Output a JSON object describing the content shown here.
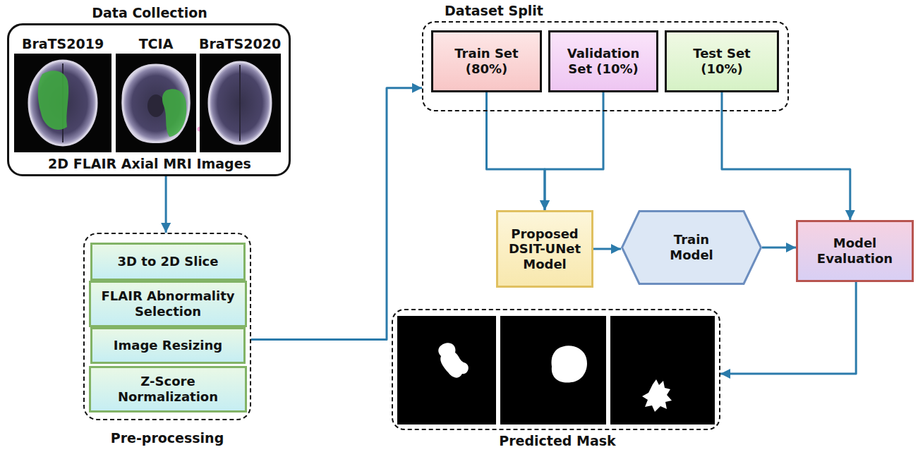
{
  "diagram": {
    "nodes": [
      {
        "text": [
          "Data Collection",
          "2D FLAIR Axial MRI Images"
        ]
      },
      {
        "text": [
          "Pre-processing"
        ]
      },
      {
        "text": [
          "3D to 2D Slice"
        ],
        "in": 1
      },
      {
        "text": [
          "FLAIR Abnormality Selection"
        ],
        "in": 1
      },
      {
        "text": [
          "Image Resizing"
        ],
        "in": 1
      },
      {
        "text": [
          "Z-Score Normalization"
        ],
        "in": 1
      },
      {
        "text": [
          "Dataset Split"
        ]
      },
      {
        "text": [
          "Train Set (80%)"
        ],
        "in": 6
      },
      {
        "text": [
          "Validation Set (10%)"
        ],
        "in": 6
      },
      {
        "text": [
          "Test Set (10%)"
        ],
        "in": 6
      },
      {
        "text": [
          "Proposed DSIT-UNet Model"
        ]
      },
      {
        "text": [
          "Train Model"
        ]
      },
      {
        "text": [
          "Model Evaluation"
        ]
      },
      {
        "text": [
          "Predicted Mask"
        ]
      }
    ],
    "edges": [
      {
        "from": 0,
        "to": 1,
        "arrow": "to"
      },
      {
        "from": 1,
        "to": 6,
        "arrow": "to"
      },
      {
        "from": 7,
        "to": 10,
        "arrow": "to"
      },
      {
        "from": 8,
        "to": 10,
        "arrow": "to"
      },
      {
        "from": 9,
        "to": 12,
        "arrow": "to"
      },
      {
        "from": 10,
        "to": 11,
        "arrow": "to"
      },
      {
        "from": 11,
        "to": 12,
        "arrow": "to"
      },
      {
        "from": 12,
        "to": 13,
        "arrow": "to"
      }
    ],
    "labels": [
      "BraTS2019",
      "TCIA",
      "BraTS2020"
    ]
  }
}
